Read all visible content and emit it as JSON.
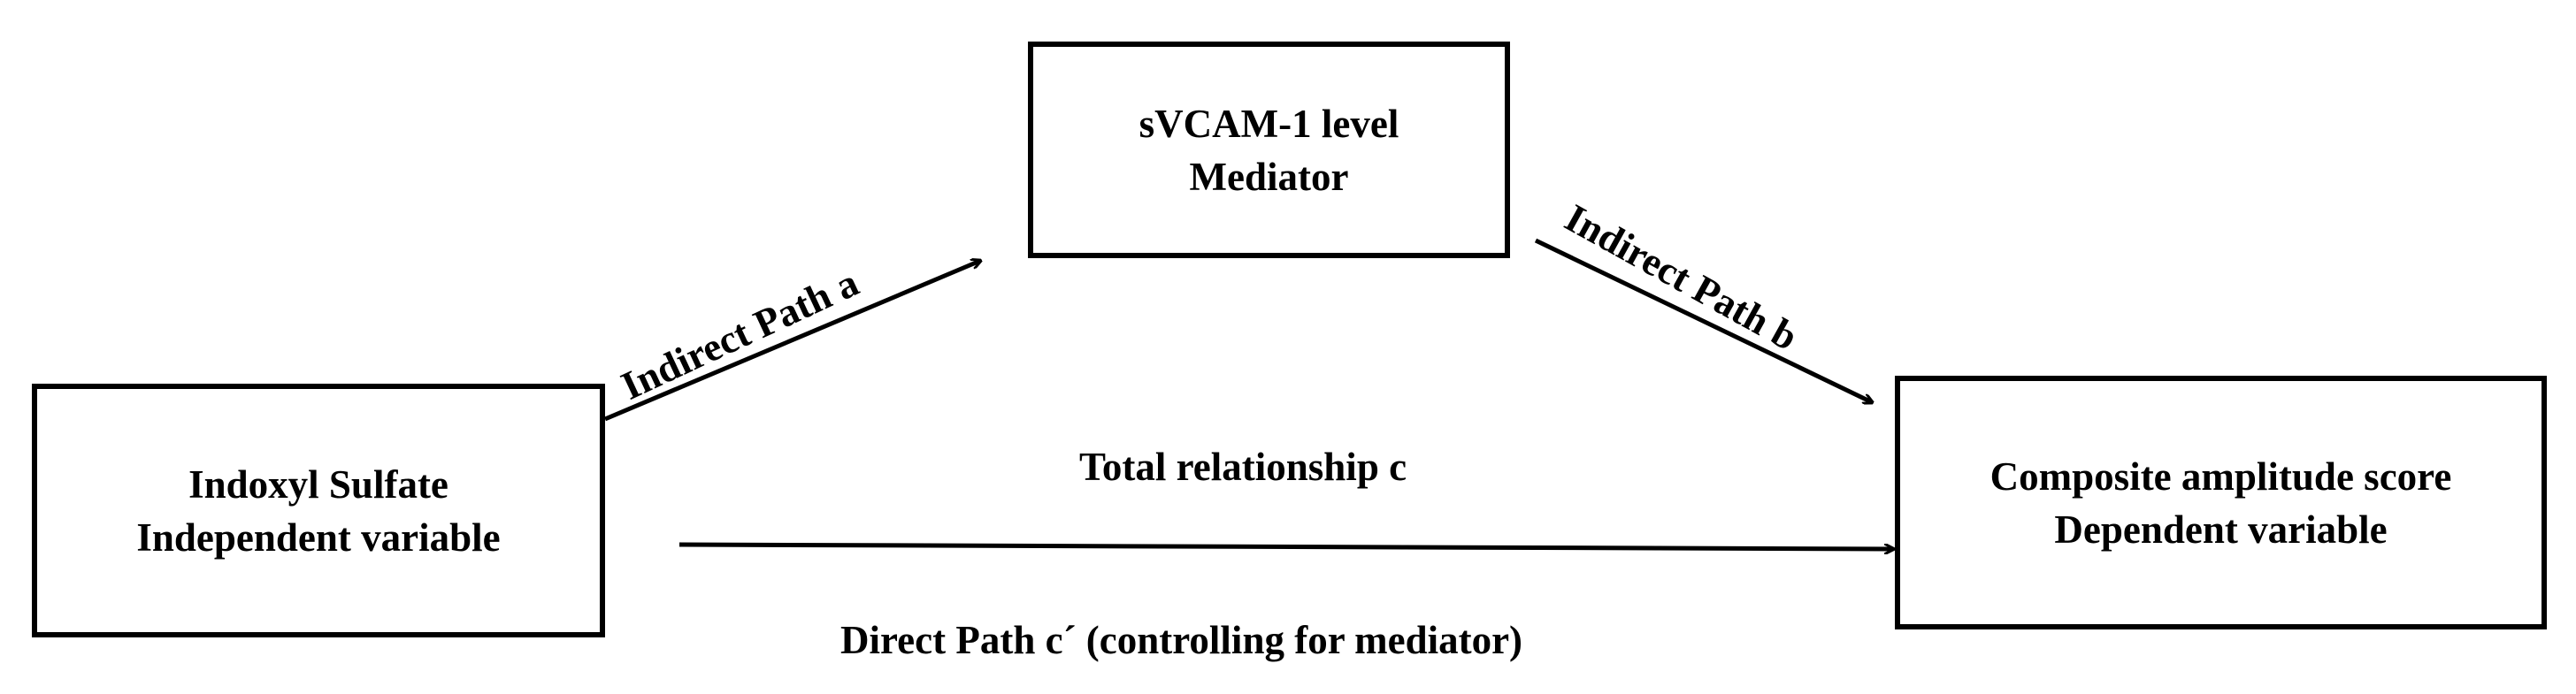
{
  "mediator": {
    "line1": "sVCAM-1 level",
    "line2": "Mediator"
  },
  "independent": {
    "line1": "Indoxyl Sulfate",
    "line2": "Independent variable"
  },
  "dependent": {
    "line1": "Composite amplitude score",
    "line2": "Dependent variable"
  },
  "paths": {
    "a_label": "Indirect Path a",
    "b_label": "Indirect Path b",
    "total_label": "Total relationship c",
    "direct_label": "Direct Path c´ (controlling for mediator)"
  },
  "colors": {
    "line": "#000000",
    "background": "#ffffff"
  }
}
